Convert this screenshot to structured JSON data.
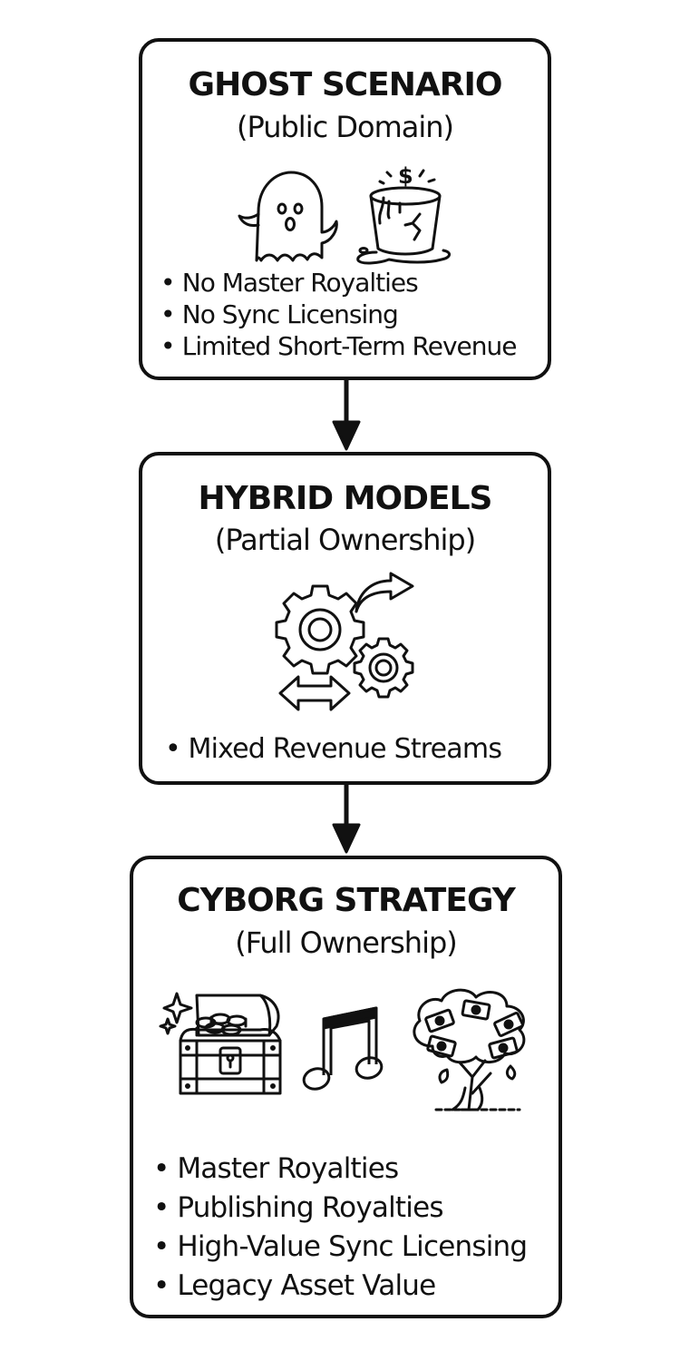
{
  "stages": {
    "ghost": {
      "title": "GHOST SCENARIO",
      "subtitle": "(Public Domain)",
      "icons": [
        "ghost-icon",
        "leaking-money-bucket-icon"
      ],
      "bullets": [
        "No Master Royalties",
        "No Sync Licensing",
        "Limited Short-Term Revenue"
      ]
    },
    "hybrid": {
      "title": "HYBRID MODELS",
      "subtitle": "(Partial Ownership)",
      "icons": [
        "gears-icon",
        "curved-arrow-icon",
        "double-arrow-icon"
      ],
      "bullets": [
        "Mixed Revenue Streams"
      ]
    },
    "cyborg": {
      "title": "CYBORG STRATEGY",
      "subtitle": "(Full Ownership)",
      "icons": [
        "treasure-chest-icon",
        "music-note-icon",
        "money-tree-icon"
      ],
      "bullets": [
        "Master Royalties",
        "Publishing Royalties",
        "High-Value Sync Licensing",
        "Legacy Asset Value"
      ]
    }
  },
  "flow": [
    "ghost",
    "hybrid",
    "cyborg"
  ],
  "colors": {
    "stroke": "#111111",
    "background": "#ffffff"
  }
}
